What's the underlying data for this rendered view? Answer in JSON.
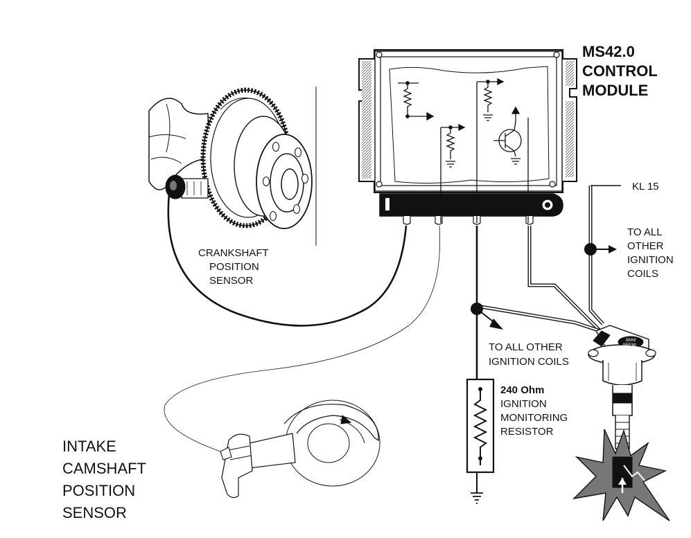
{
  "module": {
    "title_lines": [
      "MS42.0",
      "CONTROL",
      "MODULE"
    ]
  },
  "crank_sensor": {
    "label_lines": [
      "CRANKSHAFT",
      "POSITION",
      "SENSOR"
    ]
  },
  "cam_sensor": {
    "label_lines": [
      "INTAKE",
      "CAMSHAFT",
      "POSITION",
      "SENSOR"
    ]
  },
  "supply": {
    "terminal": "KL 15",
    "note_lines": [
      "TO ALL",
      "OTHER",
      "IGNITION",
      "COILS"
    ]
  },
  "ground_branch": {
    "note_lines": [
      "TO ALL OTHER",
      "IGNITION COILS"
    ]
  },
  "resistor": {
    "value": "240 Ohm",
    "desc_lines": [
      "IGNITION",
      "MONITORING",
      "RESISTOR"
    ]
  },
  "ignition_coil": {
    "brand_lines": [
      "BMW",
      "BREMI"
    ]
  }
}
